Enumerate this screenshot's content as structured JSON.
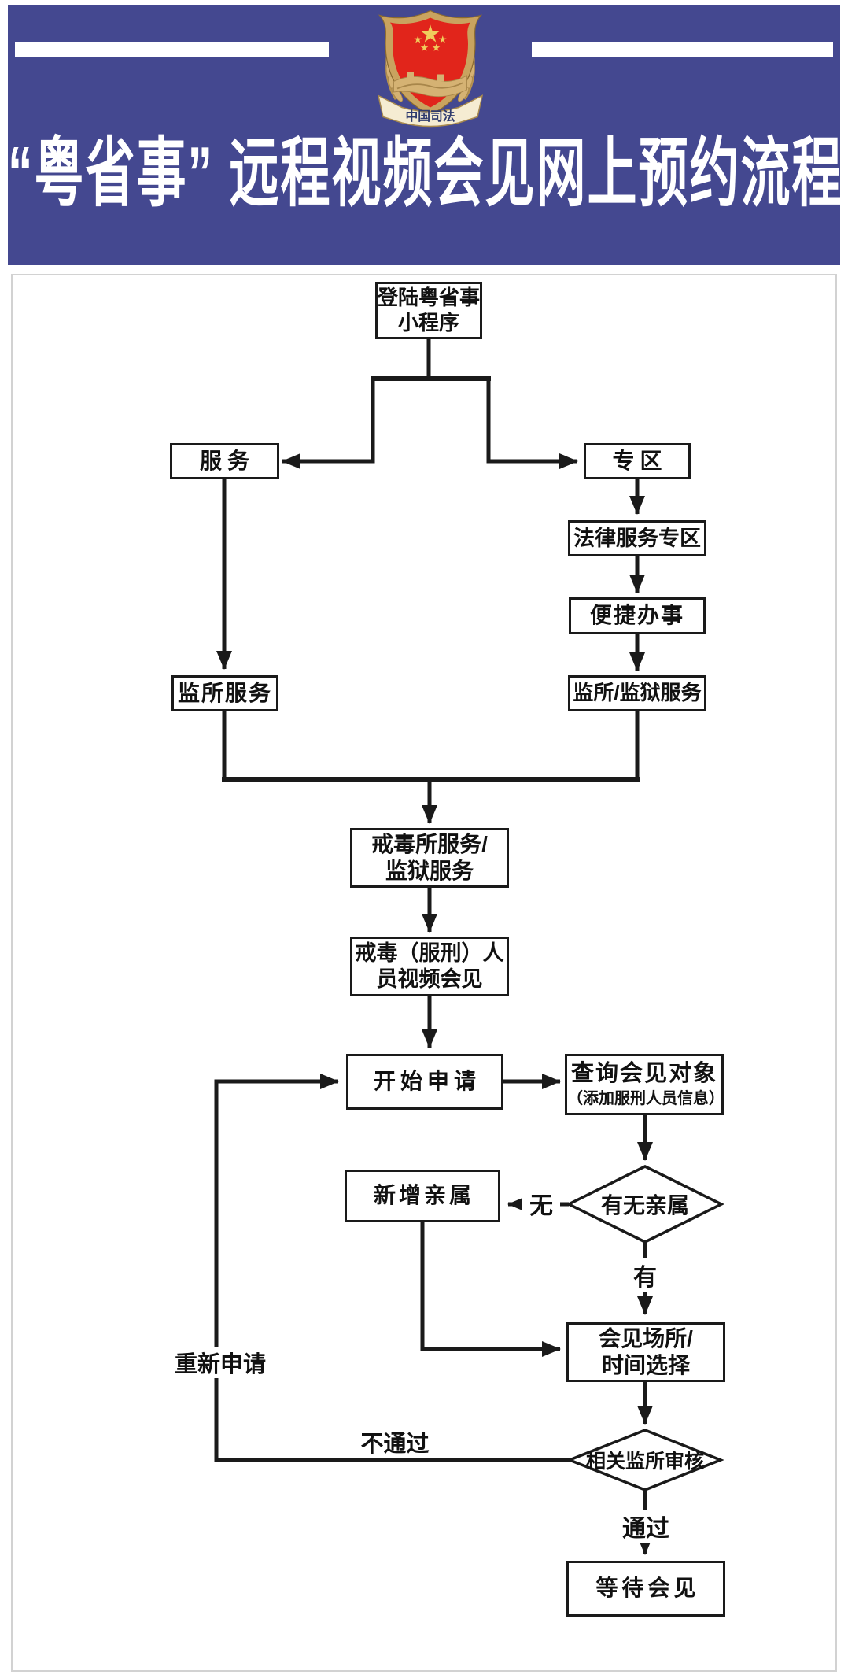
{
  "header": {
    "title": "“粤省事” 远程视频会见网上预约流程图",
    "emblem_text": "中国司法"
  },
  "colors": {
    "header_bg": "#444890",
    "title_text": "#ffffff",
    "line": "#1a1a1a",
    "box_border": "#1a1a1a",
    "emblem_red": "#e1251b",
    "emblem_gold": "#d5b273",
    "emblem_ribbon": "#f5ecd2",
    "frame_border": "#d2d2d2"
  },
  "nodes": {
    "login": "登陆粤省事\n小程序",
    "service": "服务",
    "zone": "专区",
    "legal_zone": "法律服务专区",
    "convenient": "便捷办事",
    "jail_service": "监所服务",
    "jail_prison_service": "监所/监狱服务",
    "drug_prison_service": "戒毒所服务/\n监狱服务",
    "video_meeting": "戒毒（服刑）人\n员视频会见",
    "start_apply": "开始申请",
    "query_target": "查询会见对象",
    "query_target_sub": "（添加服刑人员信息）",
    "has_relative": "有无亲属",
    "add_relative": "新增亲属",
    "place_time": "会见场所/\n时间选择",
    "review": "相关监所审核",
    "wait_meeting": "等待会见"
  },
  "edge_labels": {
    "no": "无",
    "yes": "有",
    "fail": "不通过",
    "reapply": "重新申请",
    "pass": "通过"
  }
}
